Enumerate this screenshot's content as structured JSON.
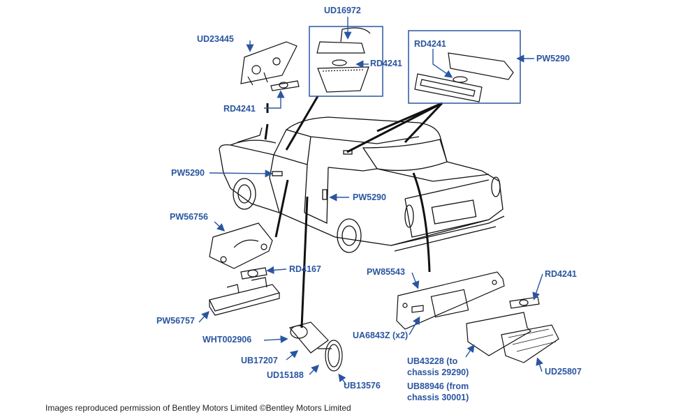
{
  "labels": {
    "ud16972": "UD16972",
    "ud23445": "UD23445",
    "rd4241_map": "RD4241",
    "rd4241_ud23445": "RD4241",
    "rd4241_pw5290": "RD4241",
    "pw5290_box": "PW5290",
    "pw5290_door": "PW5290",
    "pw5290_pillar": "PW5290",
    "pw56756": "PW56756",
    "rd4167": "RD4167",
    "pw56757": "PW56757",
    "wht002906": "WHT002906",
    "ub17207": "UB17207",
    "ud15188": "UD15188",
    "ub13576": "UB13576",
    "pw85543": "PW85543",
    "rd4241_boot": "RD4241",
    "ua6843z": "UA6843Z (x2)",
    "ub43228": "UB43228 (to chassis 29290)",
    "ub88946": "UB88946 (from chassis 30001)",
    "ud25807": "UD25807"
  },
  "footer": "Images reproduced permission of Bentley Motors Limited ©Bentley Motors Limited",
  "colors": {
    "label": "#2a55a0",
    "line": "#111111",
    "arrow": "#2a55a0"
  }
}
